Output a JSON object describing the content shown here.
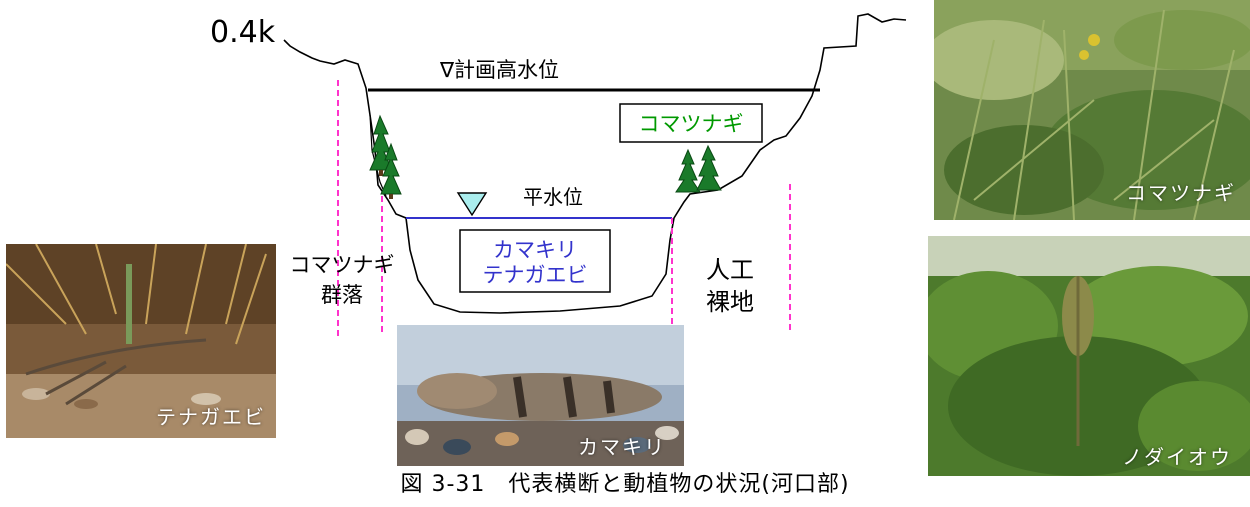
{
  "section_label": "0.4k",
  "water_levels": {
    "planned_high": "∇計画高水位",
    "normal": "平水位"
  },
  "boxes": {
    "bank_species": "コマツナギ",
    "water_species_line1": "カマキリ",
    "water_species_line2": "テナガエビ"
  },
  "zones": {
    "left_line1": "コマツナギ",
    "left_line2": "群落",
    "right_line1": "人工",
    "right_line2": "裸地"
  },
  "photos": {
    "komatsunagi": "コマツナギ",
    "nodaiou": "ノダイオウ",
    "tenagaebi": "テナガエビ",
    "kamakiri": "カマキリ"
  },
  "caption": "図 3-31　代表横断と動植物の状況(河口部)",
  "colors": {
    "section_line": "#000000",
    "normal_water_line": "#3333cc",
    "zone_dash": "#ff33cc",
    "plant_label": "#009900",
    "animal_label": "#3333cc",
    "water_marker": "#aaeeee"
  }
}
